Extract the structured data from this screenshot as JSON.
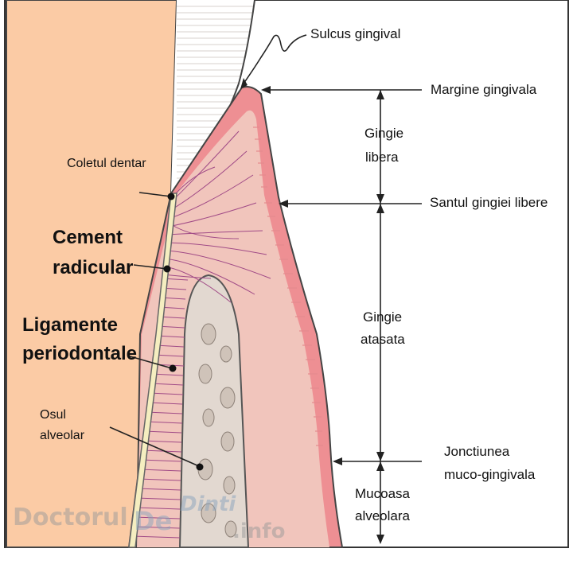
{
  "labels": {
    "sulcus": "Sulcus gingival",
    "margine": "Margine gingivala",
    "gingie_libera_1": "Gingie",
    "gingie_libera_2": "libera",
    "santul": "Santul gingiei libere",
    "coletul": "Coletul dentar",
    "cement_1": "Cement",
    "cement_2": "radicular",
    "ligamente_1": "Ligamente",
    "ligamente_2": "periodontale",
    "gingie_atasata_1": "Gingie",
    "gingie_atasata_2": "atasata",
    "osul_1": "Osul",
    "osul_2": "alveolar",
    "jonctiunea_1": "Jonctiunea",
    "jonctiunea_2": "muco-gingivala",
    "mucoasa_1": "Mucoasa",
    "mucoasa_2": "alveolara"
  },
  "watermark": {
    "part1": "Doctorul",
    "part2": "De",
    "part3": "Dinti",
    "part4": ".info"
  },
  "colors": {
    "dentin": "#fbcba5",
    "enamel": "#ffffff",
    "gum_tissue": "#f1c5bc",
    "gum_epithelium": "#ee8f93",
    "bone": "#e2d8d0",
    "ligament": "#a04a86",
    "outline": "#333333"
  }
}
